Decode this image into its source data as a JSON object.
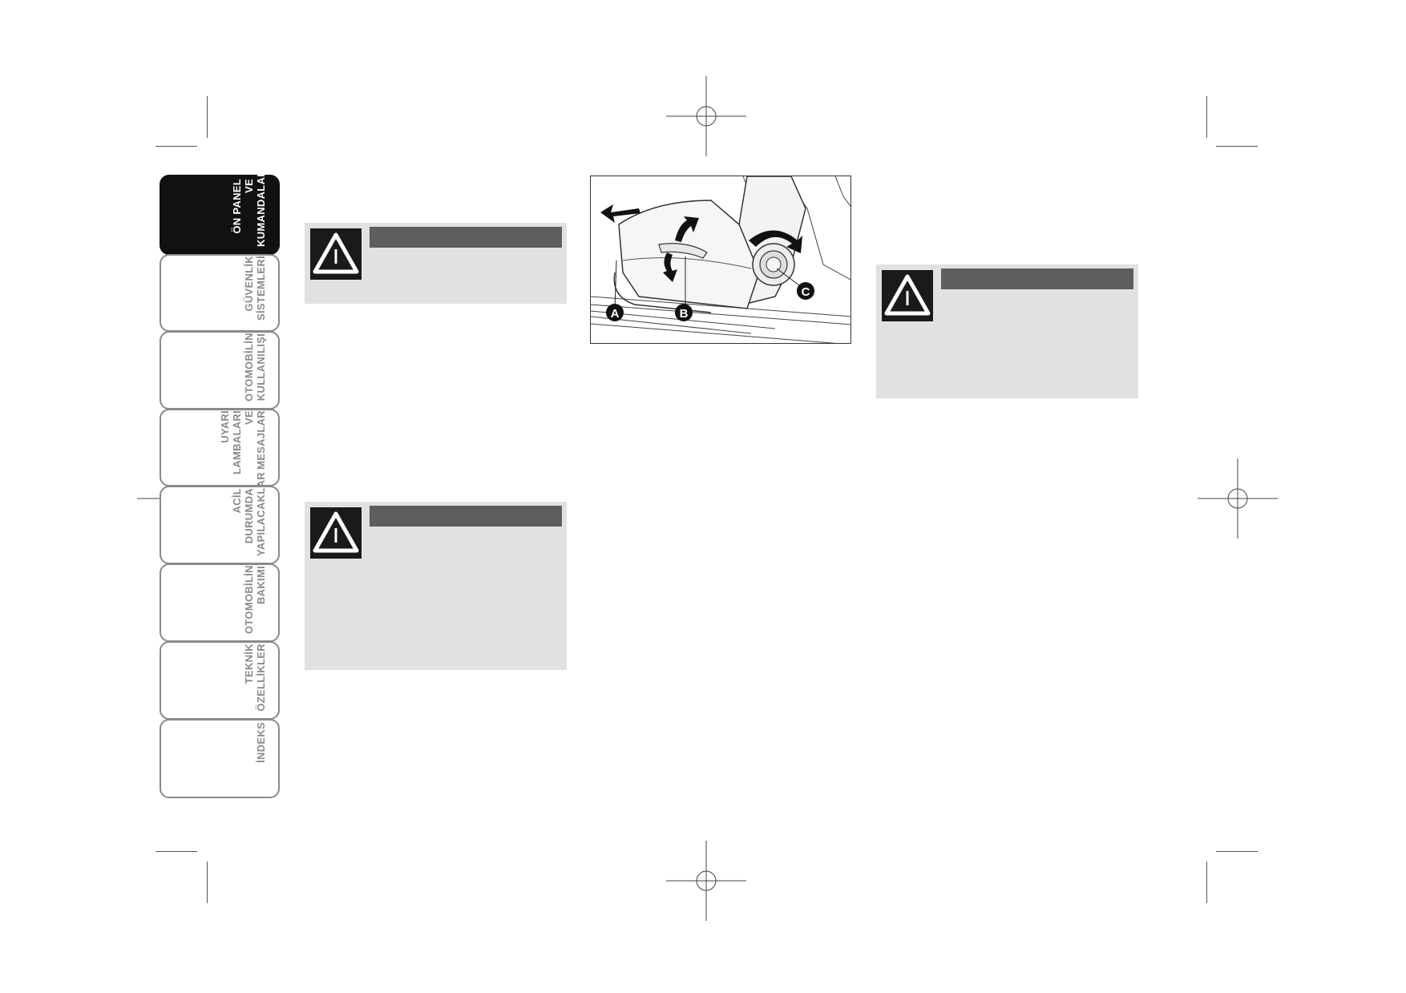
{
  "sidebar": {
    "tabs": [
      {
        "label": "ÖN PANEL VE\nKUMANDALAR",
        "active": true
      },
      {
        "label": "GÜVENLİK\nSİSTEMLERİ",
        "active": false
      },
      {
        "label": "OTOMOBİLİN\nKULLANILIŞI",
        "active": false
      },
      {
        "label": "UYARI\nLAMBALARI VE\nMESAJLAR",
        "active": false
      },
      {
        "label": "ACİL DURUMDA\nYAPILACAKLAR",
        "active": false
      },
      {
        "label": "OTOMOBİLİN\nBAKIMI",
        "active": false
      },
      {
        "label": "TEKNİK\nÖZELLİKLER",
        "active": false
      },
      {
        "label": "İNDEKS",
        "active": false
      }
    ]
  },
  "figure": {
    "callouts": [
      "A",
      "B",
      "C"
    ]
  },
  "warnings": [
    {
      "icon": "warning-triangle-icon"
    },
    {
      "icon": "warning-triangle-icon"
    },
    {
      "icon": "warning-triangle-icon"
    }
  ],
  "colors": {
    "tab_active": "#111111",
    "tab_border": "#8a8a8a",
    "warning_box": "#e1e1e1",
    "warning_bar": "#5e5e5e"
  }
}
